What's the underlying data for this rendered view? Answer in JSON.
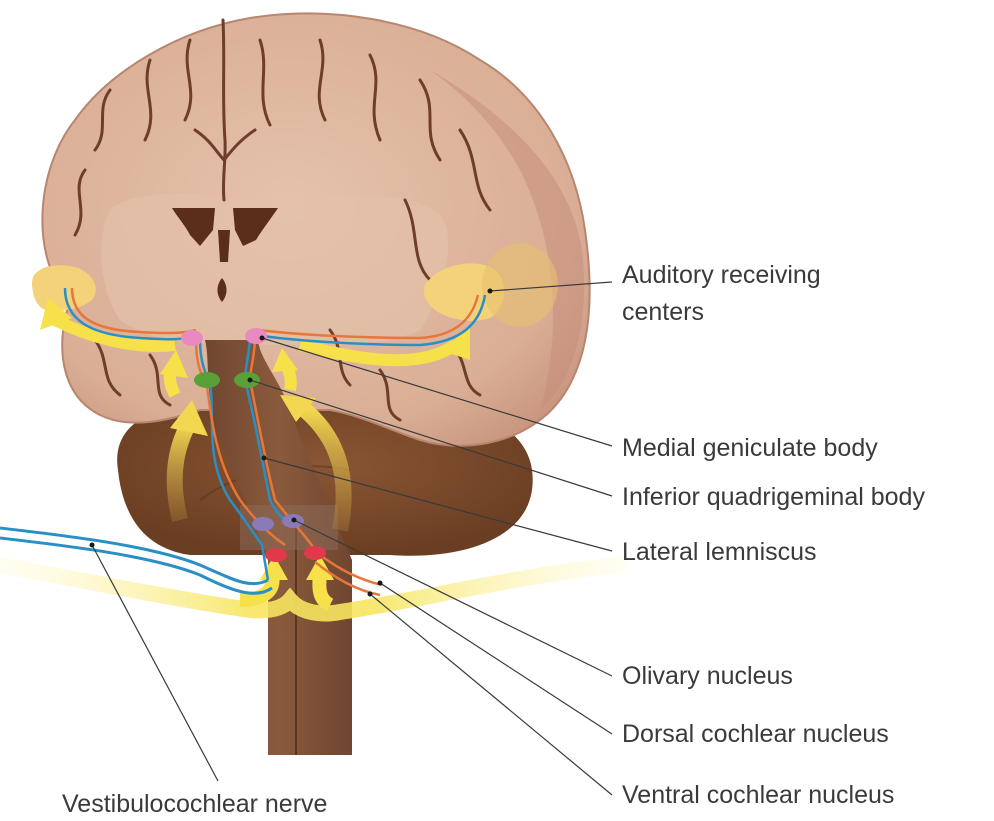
{
  "labels": {
    "auditory_line1": "Auditory receiving",
    "auditory_line2": "centers",
    "medial_geniculate": "Medial geniculate body",
    "inferior_quadrigeminal": "Inferior quadrigeminal body",
    "lateral_lemniscus": "Lateral lemniscus",
    "olivary_nucleus": "Olivary nucleus",
    "dorsal_cochlear": "Dorsal cochlear nucleus",
    "ventral_cochlear": "Ventral cochlear nucleus",
    "vestibulocochlear": "Vestibulocochlear nerve"
  },
  "colors": {
    "brain": "#dcb39a",
    "brain_dark_outline": "#7a4a32",
    "cerebellum": "#7a4a2a",
    "brainstem": "#7c5236",
    "auditory_area": "#f4d27a",
    "arrow_yellow": "#f6e14a",
    "nerve_blue": "#2a8fc4",
    "nerve_orange": "#e8763a",
    "geniculate_pink": "#e88ac0",
    "quadrigeminal_green": "#5aa038",
    "olivary_purple": "#8a7ab8",
    "cochlear_red": "#e03a4a"
  }
}
